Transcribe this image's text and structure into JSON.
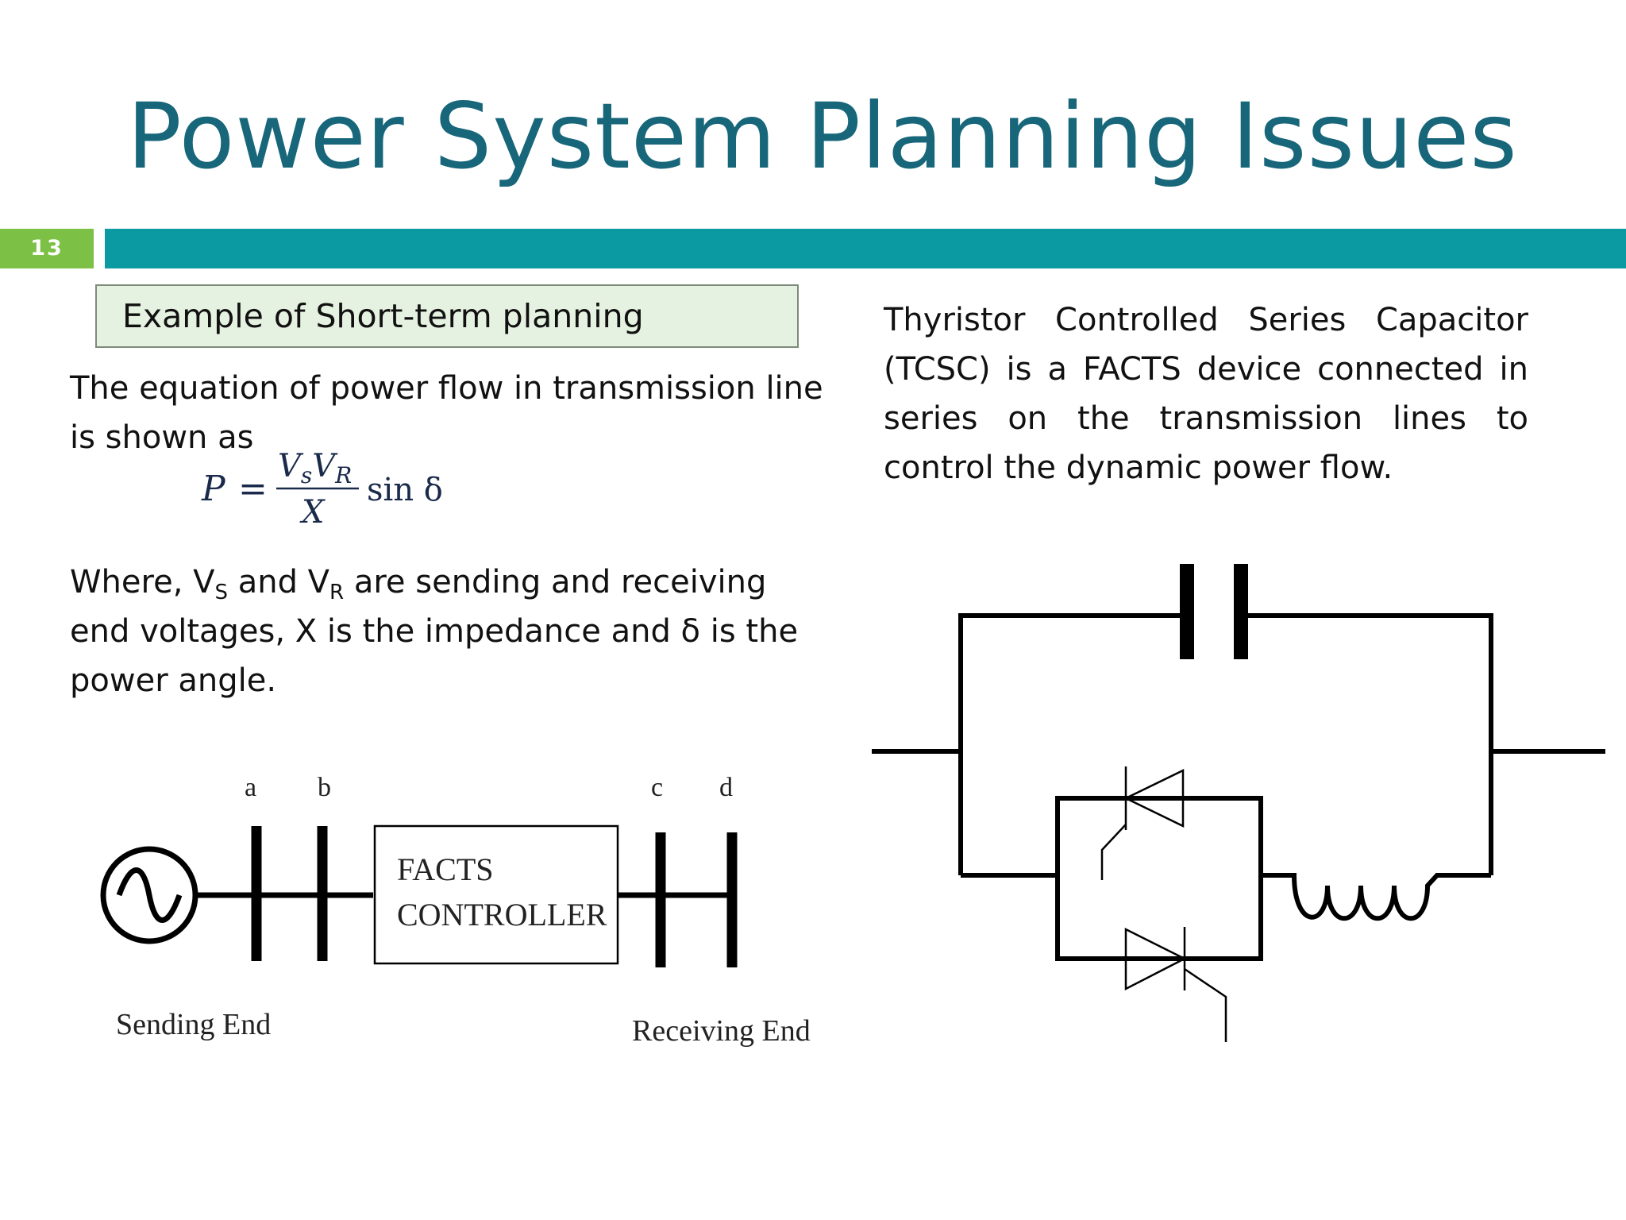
{
  "slide": {
    "title": "Power System Planning Issues",
    "number": "13"
  },
  "left": {
    "example_label": "Example of Short-term planning",
    "equation_intro": "The equation of power flow in transmission line is shown as",
    "equation": {
      "lhs": "P",
      "equals": "=",
      "numerator": "VsVR",
      "denominator": "X",
      "trig": "sin δ"
    },
    "where": {
      "w1": "Where, V",
      "s_sub": "S",
      "w2": " and V",
      "r_sub": "R",
      "w3": " are sending and receiving end voltages, X is the impedance and  δ is the power angle."
    },
    "one_line_diagram": {
      "bus_a": "a",
      "bus_b": "b",
      "bus_c": "c",
      "bus_d": "d",
      "controller_line1": "FACTS",
      "controller_line2": "CONTROLLER",
      "sending_end": "Sending End",
      "receiving_end": "Receiving End"
    }
  },
  "right": {
    "tcsc_text": "Thyristor Controlled Series Capacitor (TCSC) is a FACTS device connected in series on the transmission lines to control the dynamic power flow."
  },
  "colors": {
    "title": "#17667a",
    "slide_number_bg": "#7cc045",
    "rule_bar": "#0b9aa2",
    "example_box_bg": "#e6f2e1"
  }
}
